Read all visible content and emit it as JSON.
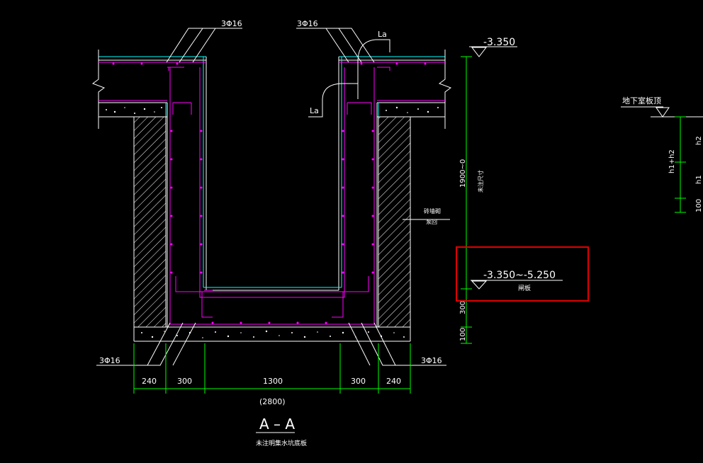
{
  "rebar_labels": {
    "top_left": "3Φ16",
    "top_right": "3Φ16",
    "bottom_left": "3Φ16",
    "bottom_right": "3Φ16"
  },
  "anchor_labels": {
    "la_top": "La",
    "la_left": "La"
  },
  "elevations": {
    "top": "-3.350",
    "range": "-3.350~-5.250",
    "range_note": "闸板"
  },
  "vertical_dimensions": {
    "depth": "1900~0",
    "depth_note": "未注尺寸",
    "slab": "300",
    "cushion": "100"
  },
  "side_note": {
    "line1": "砖墙砌",
    "line2": "泵回"
  },
  "bottom_dimensions": [
    "240",
    "300",
    "1300",
    "300",
    "240"
  ],
  "total_width": "(2800)",
  "section": {
    "title": "A – A",
    "subtitle": "未注明集水坑底板"
  },
  "legend": {
    "label": "地下室板顶",
    "h_total": "h1+h2",
    "h2": "h2",
    "h1": "h1",
    "base": "100"
  },
  "colors": {
    "background": "#000000",
    "outline": "#ffffff",
    "rebar": "#ff00ff",
    "slab_face": "#00ffff",
    "dimension": "#00ff00",
    "highlight": "#e00000"
  }
}
